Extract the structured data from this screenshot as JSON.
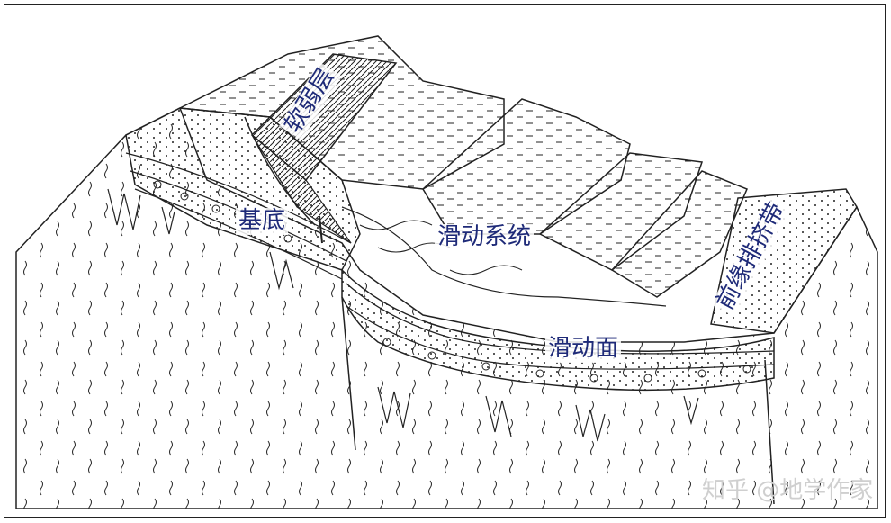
{
  "labels": {
    "weak_layer": "软弱层",
    "basement": "基底",
    "slide_system": "滑动系统",
    "frontal_thrust_belt": "前缘排挤带",
    "slip_surface": "滑动面"
  },
  "watermark": "知乎 @地学作家",
  "colors": {
    "line": "#1a1a1a",
    "label": "#1e2a78",
    "background": "#ffffff"
  }
}
